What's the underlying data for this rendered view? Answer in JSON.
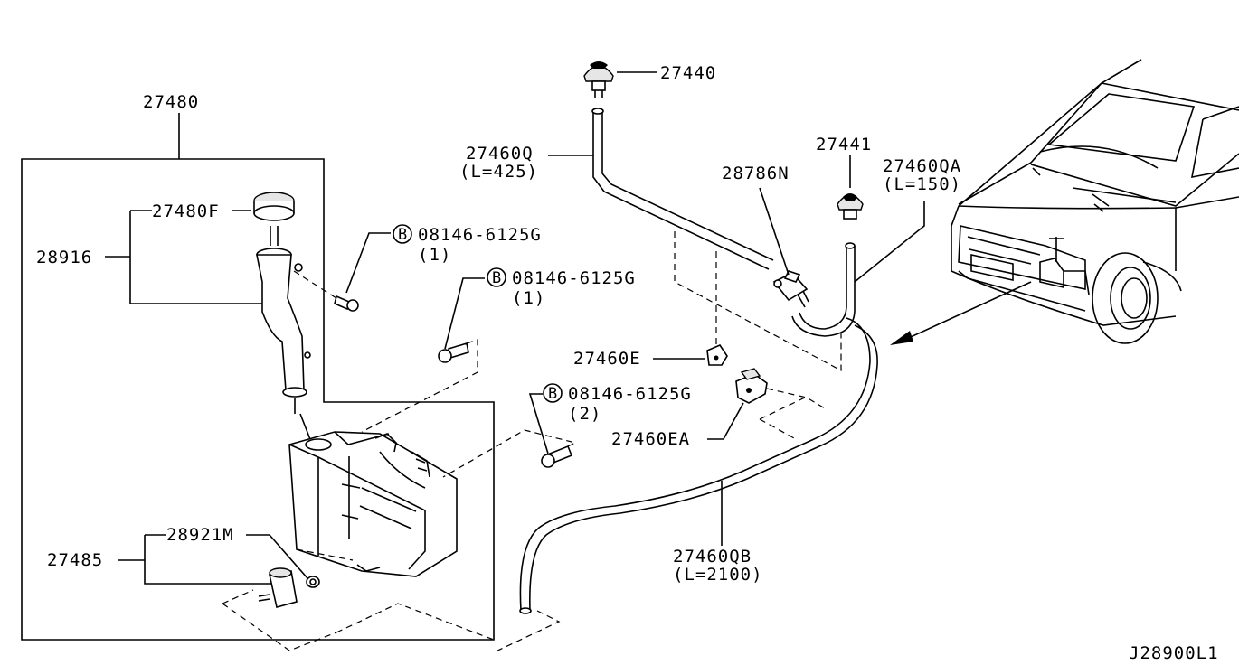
{
  "diagram": {
    "labels": {
      "p27480": "27480",
      "p27480F": "27480F",
      "p28916": "28916",
      "p27485": "27485",
      "p28921M": "28921M",
      "p27440": "27440",
      "p27460Q": "27460Q",
      "p27460Q_len": "(L=425)",
      "p27441": "27441",
      "p28786N": "28786N",
      "p27460QA": "27460QA",
      "p27460QA_len": "(L=150)",
      "p27460E": "27460E",
      "p27460EA": "27460EA",
      "p27460QB": "27460QB",
      "p27460QB_len": "(L=2100)",
      "bolt1_no": "08146-6125G",
      "bolt1_qty": "(1)",
      "bolt2_no": "08146-6125G",
      "bolt2_qty": "(1)",
      "bolt3_no": "08146-6125G",
      "bolt3_qty": "(2)",
      "bolt_marker": "B",
      "diagram_code": "J28900L1"
    }
  }
}
